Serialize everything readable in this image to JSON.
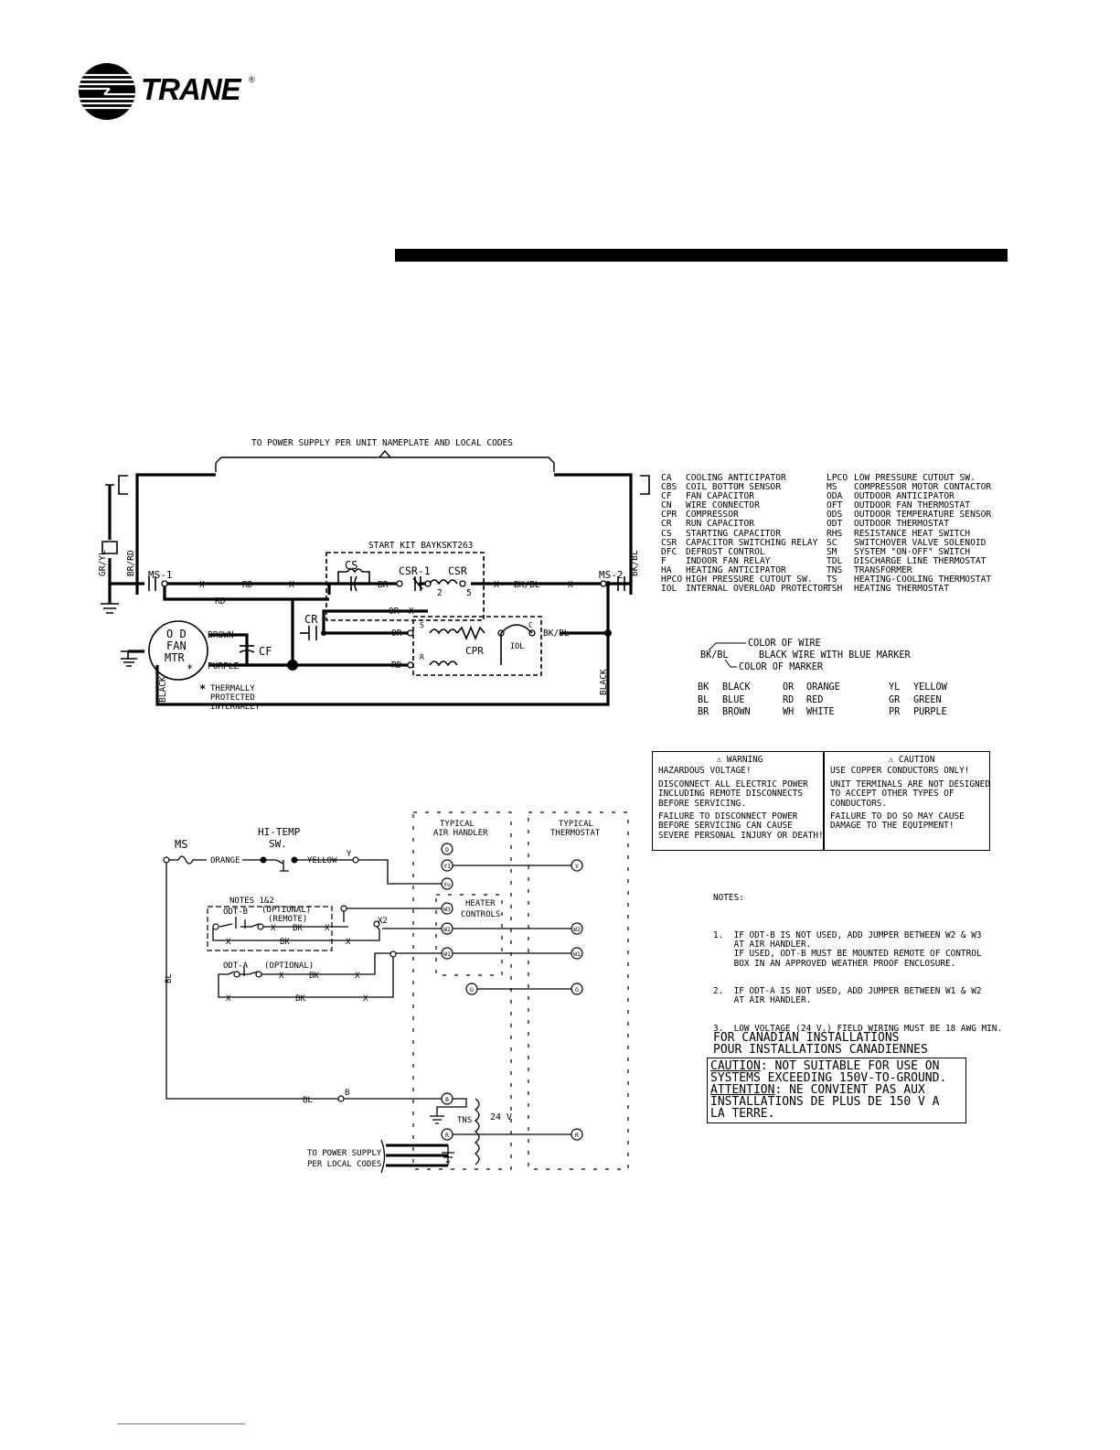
{
  "brand": {
    "name": "TRANE",
    "reg_mark": "®"
  },
  "top_diagram": {
    "power_supply": "TO POWER SUPPLY PER UNIT NAMEPLATE AND LOCAL CODES",
    "start_kit": "START KIT BAYKSKT263",
    "labels": {
      "gr_yl": "GR/YL",
      "br_rd": "BR/RD",
      "bk_bl": "BK/BL",
      "ms1": "MS-1",
      "ms2": "MS-2",
      "x": "X",
      "rd": "RD",
      "or": "OR",
      "br": "BR",
      "cs": "CS",
      "csr1": "CSR-1",
      "csr": "CSR",
      "cr": "CR",
      "cf": "CF",
      "cpr": "CPR",
      "iol": "IOL",
      "s": "S",
      "r": "R",
      "c": "C",
      "brown": "BROWN",
      "purple": "PURPLE",
      "black": "BLACK",
      "two": "2",
      "five": "5",
      "fan1": "O D",
      "fan2": "FAN",
      "fan3": "MTR",
      "star": "*",
      "thermal1": "THERMALLY",
      "thermal2": "PROTECTED",
      "thermal3": "INTERNALLY"
    }
  },
  "legend": [
    [
      "CA",
      "COOLING ANTICIPATOR",
      "LPCO",
      "LOW PRESSURE CUTOUT SW."
    ],
    [
      "CBS",
      "COIL BOTTOM SENSOR",
      "MS",
      "COMPRESSOR MOTOR CONTACTOR"
    ],
    [
      "CF",
      "FAN CAPACITOR",
      "ODA",
      "OUTDOOR ANTICIPATOR"
    ],
    [
      "CN",
      "WIRE CONNECTOR",
      "OFT",
      "OUTDOOR FAN THERMOSTAT"
    ],
    [
      "CPR",
      "COMPRESSOR",
      "ODS",
      "OUTDOOR TEMPERATURE SENSOR"
    ],
    [
      "CR",
      "RUN CAPACITOR",
      "ODT",
      "OUTDOOR THERMOSTAT"
    ],
    [
      "CS",
      "STARTING CAPACITOR",
      "RHS",
      "RESISTANCE HEAT SWITCH"
    ],
    [
      "CSR",
      "CAPACITOR SWITCHING RELAY",
      "SC",
      "SWITCHOVER VALVE SOLENOID"
    ],
    [
      "DFC",
      "DEFROST CONTROL",
      "SM",
      "SYSTEM \"ON-OFF\" SWITCH"
    ],
    [
      "F",
      "INDOOR FAN RELAY",
      "TDL",
      "DISCHARGE LINE THERMOSTAT"
    ],
    [
      "HA",
      "HEATING ANTICIPATOR",
      "TNS",
      "TRANSFORMER"
    ],
    [
      "HPCO",
      "HIGH PRESSURE CUTOUT SW.",
      "TS",
      "HEATING-COOLING THERMOSTAT"
    ],
    [
      "IOL",
      "INTERNAL OVERLOAD PROTECTOR",
      "TSH",
      "HEATING THERMOSTAT"
    ]
  ],
  "color_legend": {
    "color_of_wire": "COLOR OF WIRE",
    "example": "BK/BL",
    "example_desc": "BLACK WIRE WITH BLUE MARKER",
    "color_of_marker": "COLOR OF MARKER",
    "codes": [
      [
        "BK",
        "BLACK",
        "OR",
        "ORANGE",
        "YL",
        "YELLOW"
      ],
      [
        "BL",
        "BLUE",
        "RD",
        "RED",
        "GR",
        "GREEN"
      ],
      [
        "BR",
        "BROWN",
        "WH",
        "WHITE",
        "PR",
        "PURPLE"
      ]
    ]
  },
  "warning": {
    "title": "WARNING",
    "lines": [
      "HAZARDOUS VOLTAGE!",
      "DISCONNECT ALL ELECTRIC POWER\nINCLUDING REMOTE DISCONNECTS\nBEFORE SERVICING.",
      "FAILURE TO DISCONNECT POWER\nBEFORE SERVICING CAN CAUSE\nSEVERE PERSONAL INJURY OR DEATH!"
    ]
  },
  "caution": {
    "title": "CAUTION",
    "lines": [
      "USE COPPER CONDUCTORS ONLY!",
      "UNIT TERMINALS ARE NOT DESIGNED\nTO ACCEPT OTHER TYPES OF\nCONDUCTORS.",
      "FAILURE TO DO SO MAY CAUSE\nDAMAGE TO THE EQUIPMENT!"
    ]
  },
  "bottom_diagram": {
    "ms": "MS",
    "hitemp1": "HI-TEMP",
    "hitemp2": "SW.",
    "orange": "ORANGE",
    "yellow": "YELLOW",
    "y": "Y",
    "air_handler1": "TYPICAL",
    "air_handler2": "AIR HANDLER",
    "thermostat1": "TYPICAL",
    "thermostat2": "THERMOSTAT",
    "heater1": "HEATER",
    "heater2": "CONTROLS",
    "notes12": "NOTES 1&2",
    "odtb": "ODT-B",
    "optional": "(OPTIONAL)",
    "remote": "(REMOTE)",
    "odta": "ODT-A",
    "x": "X",
    "bk": "BK",
    "x2": "X2",
    "bl": "BL",
    "b": "B",
    "tns": "TNS",
    "v24": "24 V",
    "t_o": "O",
    "t_y1": "Y1",
    "t_yo": "Yo",
    "t_w3": "W3",
    "t_w2": "W2",
    "t_w1": "W1",
    "t_g": "G",
    "t_b": "B",
    "t_r": "R",
    "th_y": "Y",
    "th_w2": "W2",
    "th_w1": "W1",
    "th_g": "G",
    "th_r": "R",
    "power1": "TO POWER SUPPLY",
    "power2": "PER LOCAL CODES"
  },
  "notes": {
    "title": "NOTES:",
    "items": [
      "1.  IF ODT-B IS NOT USED, ADD JUMPER BETWEEN W2 & W3\n    AT AIR HANDLER.\n    IF USED, ODT-B MUST BE MOUNTED REMOTE OF CONTROL\n    BOX IN AN APPROVED WEATHER PROOF ENCLOSURE.",
      "2.  IF ODT-A IS NOT USED, ADD JUMPER BETWEEN W1 & W2\n    AT AIR HANDLER.",
      "3.  LOW VOLTAGE (24 V.) FIELD WIRING MUST BE 18 AWG MIN."
    ]
  },
  "canadian": {
    "head1": "FOR CANADIAN INSTALLATIONS",
    "head2": "POUR INSTALLATIONS CANADIENNES",
    "caution_label": "CAUTION",
    "caution_text": ": NOT SUITABLE FOR USE ON\nSYSTEMS EXCEEDING 150V-TO-GROUND.",
    "attention_label": "ATTENTION",
    "attention_text": ": NE CONVIENT PAS AUX\nINSTALLATIONS DE PLUS DE 150 V A\nLA TERRE."
  }
}
